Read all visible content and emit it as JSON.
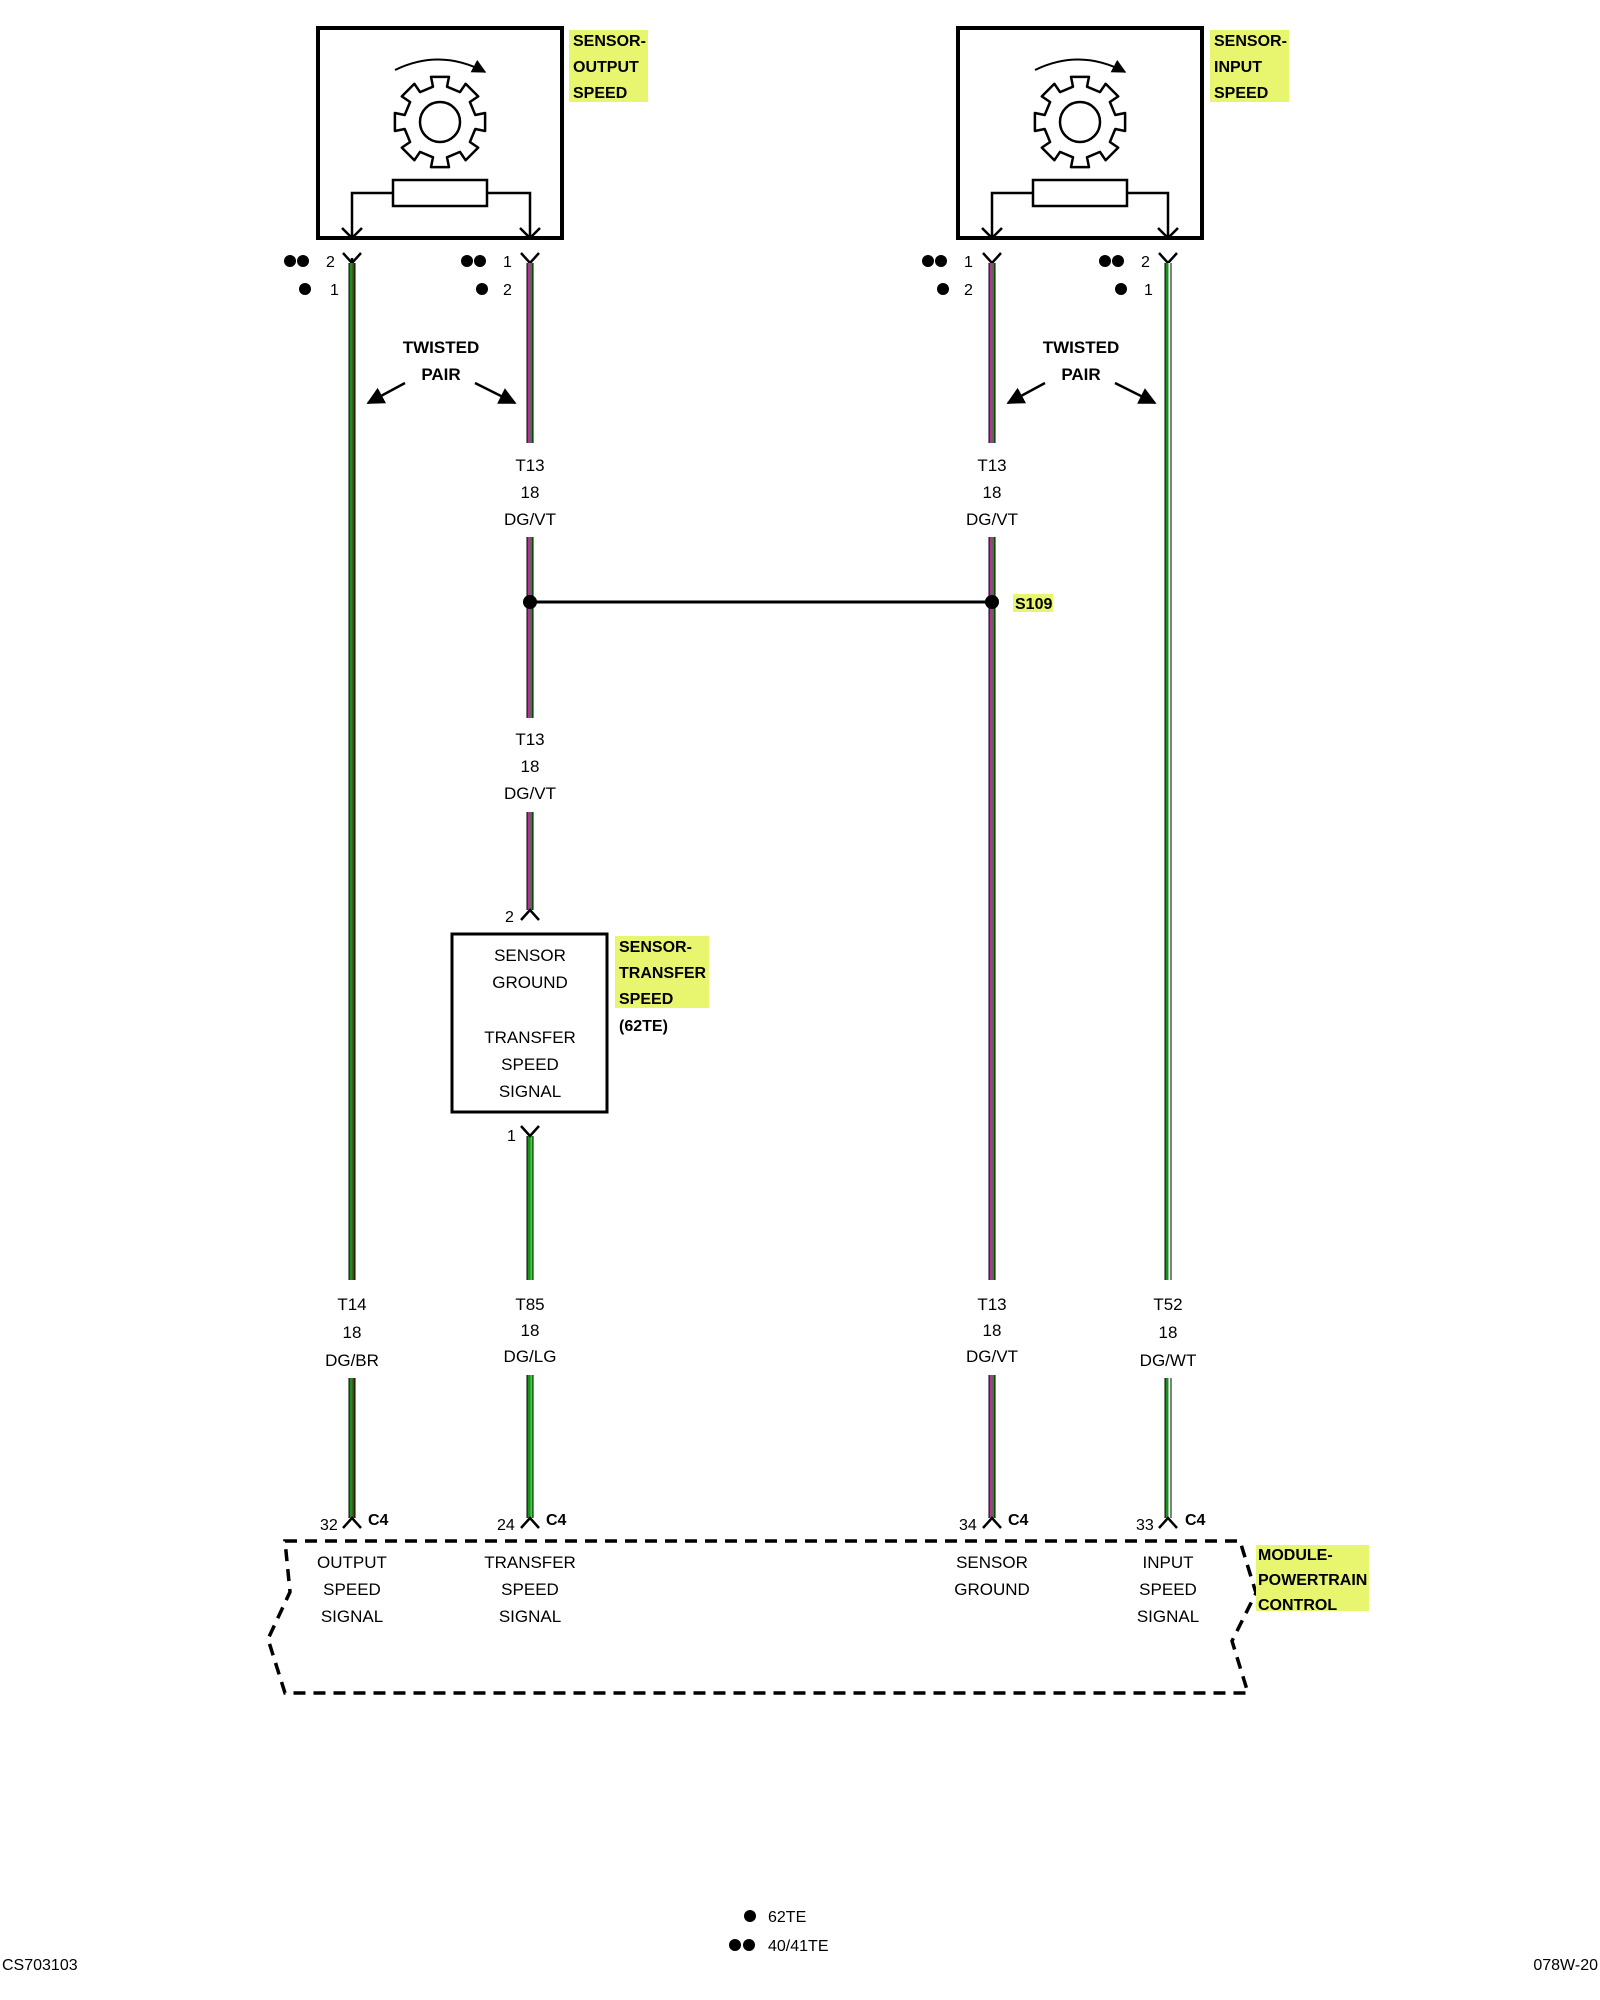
{
  "components": {
    "output_sensor": [
      "SENSOR-",
      "OUTPUT",
      "SPEED"
    ],
    "input_sensor": [
      "SENSOR-",
      "INPUT",
      "SPEED"
    ],
    "transfer_sensor": [
      "SENSOR-",
      "TRANSFER",
      "SPEED"
    ],
    "transfer_sensor_note": "(62TE)",
    "pcm": [
      "MODULE-",
      "POWERTRAIN",
      "CONTROL"
    ]
  },
  "highlight_color": "#e8f56e",
  "wire_colors": {
    "dg": "#1a8f1a",
    "vt": "#b4309a",
    "br": "#5a3a1a",
    "lg": "#3fd33f",
    "wt": "#ffffff"
  },
  "twisted_pair_left": [
    "TWISTED",
    "PAIR"
  ],
  "twisted_pair_right": [
    "TWISTED",
    "PAIR"
  ],
  "output_sensor_pins": {
    "left_dd": "2",
    "left_d": "1",
    "right_dd": "1",
    "right_d": "2"
  },
  "input_sensor_pins": {
    "left_dd": "1",
    "left_d": "2",
    "right_dd": "2",
    "right_d": "1"
  },
  "wire_labels": {
    "t13_upper_left": [
      "T13",
      "18",
      "DG/VT"
    ],
    "t13_upper_right": [
      "T13",
      "18",
      "DG/VT"
    ],
    "t13_mid_left": [
      "T13",
      "18",
      "DG/VT"
    ],
    "t14": [
      "T14",
      "18",
      "DG/BR"
    ],
    "t85": [
      "T85",
      "18",
      "DG/LG"
    ],
    "t13_lower": [
      "T13",
      "18",
      "DG/VT"
    ],
    "t52": [
      "T52",
      "18",
      "DG/WT"
    ]
  },
  "splice": "S109",
  "transfer_sensor_box": {
    "pin_top": "2",
    "pin_bottom": "1",
    "lines": [
      "SENSOR",
      "GROUND",
      "TRANSFER",
      "SPEED",
      "SIGNAL"
    ]
  },
  "pcm_pins": [
    {
      "num": "32",
      "conn": "C4",
      "lines": [
        "OUTPUT",
        "SPEED",
        "SIGNAL"
      ]
    },
    {
      "num": "24",
      "conn": "C4",
      "lines": [
        "TRANSFER",
        "SPEED",
        "SIGNAL"
      ]
    },
    {
      "num": "34",
      "conn": "C4",
      "lines": [
        "SENSOR",
        "GROUND"
      ]
    },
    {
      "num": "33",
      "conn": "C4",
      "lines": [
        "INPUT",
        "SPEED",
        "SIGNAL"
      ]
    }
  ],
  "legend": {
    "single_dot": "62TE",
    "double_dot": "40/41TE"
  },
  "footer": {
    "left": "CS703103",
    "right": "078W-20"
  }
}
